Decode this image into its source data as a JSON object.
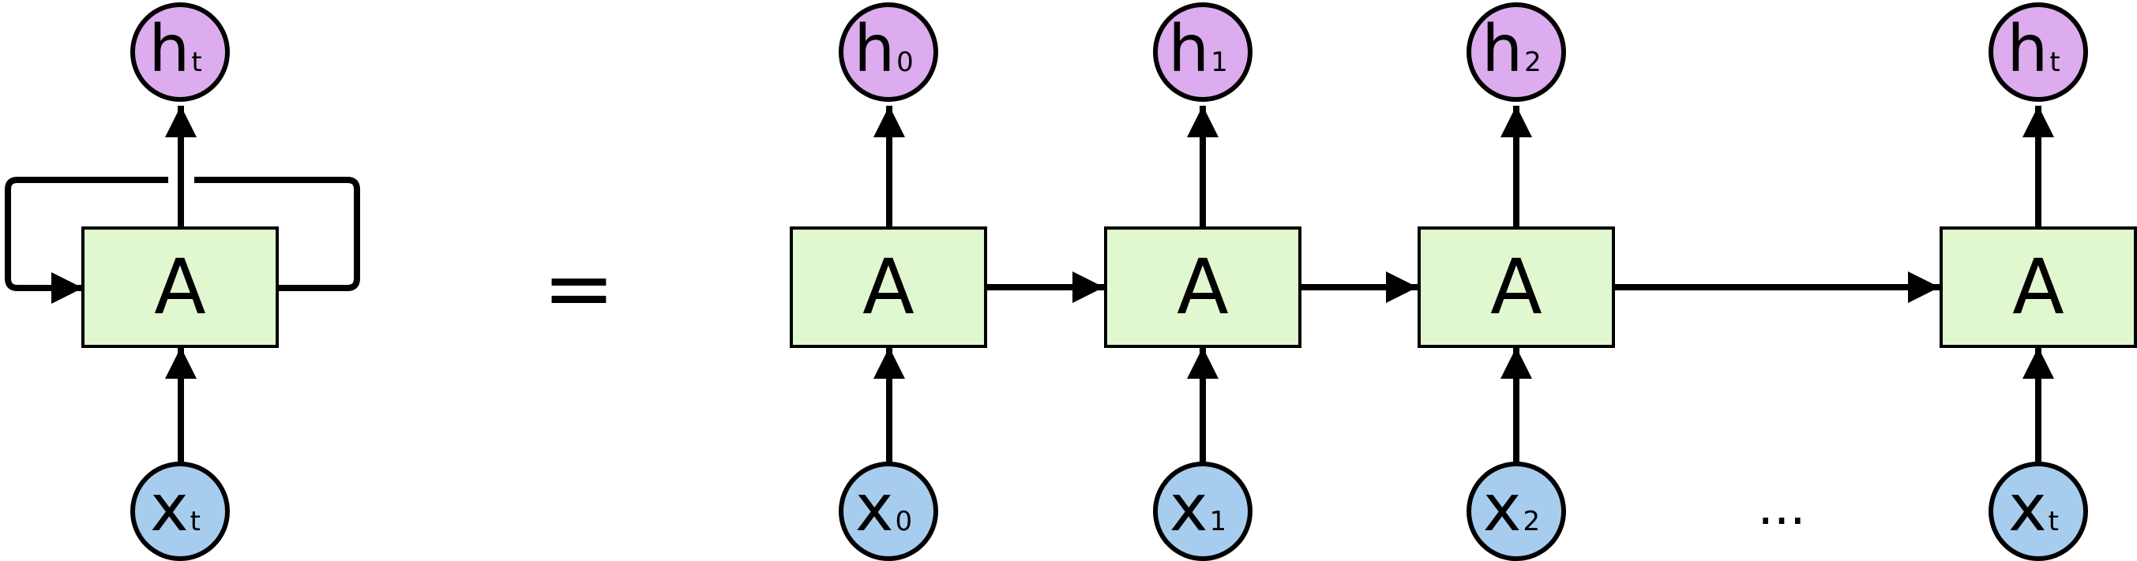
{
  "diagram": {
    "folded": {
      "output": {
        "main": "h",
        "sub": "t"
      },
      "cell": "A",
      "input": {
        "main": "x",
        "sub": "t"
      }
    },
    "equals": "=",
    "unrolled": [
      {
        "output": {
          "main": "h",
          "sub": "0"
        },
        "cell": "A",
        "input": {
          "main": "x",
          "sub": "0"
        }
      },
      {
        "output": {
          "main": "h",
          "sub": "1"
        },
        "cell": "A",
        "input": {
          "main": "x",
          "sub": "1"
        }
      },
      {
        "output": {
          "main": "h",
          "sub": "2"
        },
        "cell": "A",
        "input": {
          "main": "x",
          "sub": "2"
        }
      },
      {
        "output": {
          "main": "h",
          "sub": "t"
        },
        "cell": "A",
        "input": {
          "main": "x",
          "sub": "t"
        }
      }
    ],
    "ellipsis": "...",
    "colors": {
      "cell_fill": "#e1f7cf",
      "output_fill": "#dcacee",
      "input_fill": "#a7cdee",
      "stroke": "#000000"
    }
  }
}
